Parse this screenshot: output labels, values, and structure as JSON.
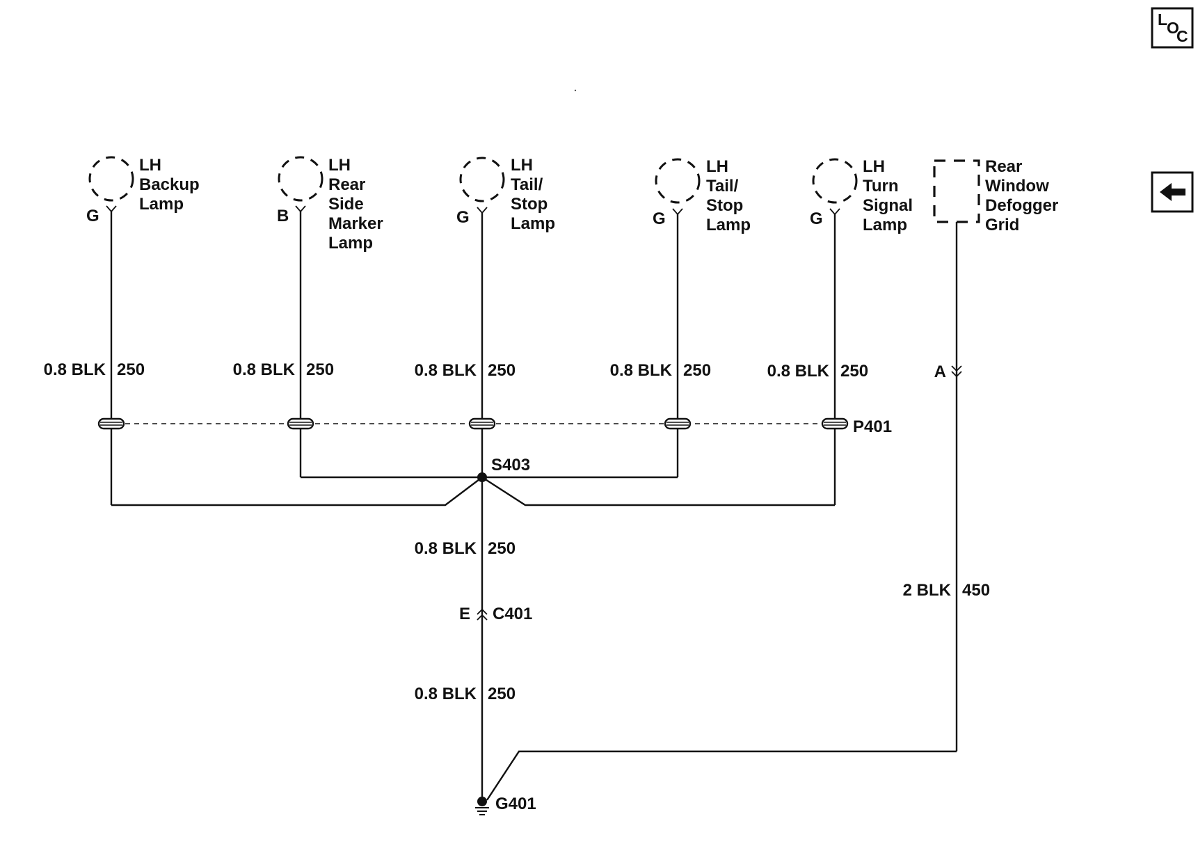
{
  "nav": {
    "loc_button": {
      "l": "L",
      "o": "O",
      "c": "C"
    },
    "back_button_icon": "left-arrow-icon"
  },
  "components": {
    "backup": [
      "LH",
      "Backup",
      "Lamp"
    ],
    "side_marker": [
      "LH",
      "Rear",
      "Side",
      "Marker",
      "Lamp"
    ],
    "tail_stop_1": [
      "LH",
      "Tail/",
      "Stop",
      "Lamp"
    ],
    "tail_stop_2": [
      "LH",
      "Tail/",
      "Stop",
      "Lamp"
    ],
    "turn_signal": [
      "LH",
      "Turn",
      "Signal",
      "Lamp"
    ],
    "defogger": [
      "Rear",
      "Window",
      "Defogger",
      "Grid"
    ]
  },
  "pins": {
    "backup": "G",
    "side_marker": "B",
    "tail_stop_1": "G",
    "tail_stop_2": "G",
    "turn_signal": "G",
    "defogger_a": "A",
    "c401_pin": "E"
  },
  "wires": {
    "std_gauge": "0.8 BLK",
    "std_circuit": "250",
    "defog_gauge": "2 BLK",
    "defog_circuit": "450"
  },
  "connectors": {
    "p401": "P401",
    "s403": "S403",
    "c401": "C401",
    "g401": "G401"
  }
}
